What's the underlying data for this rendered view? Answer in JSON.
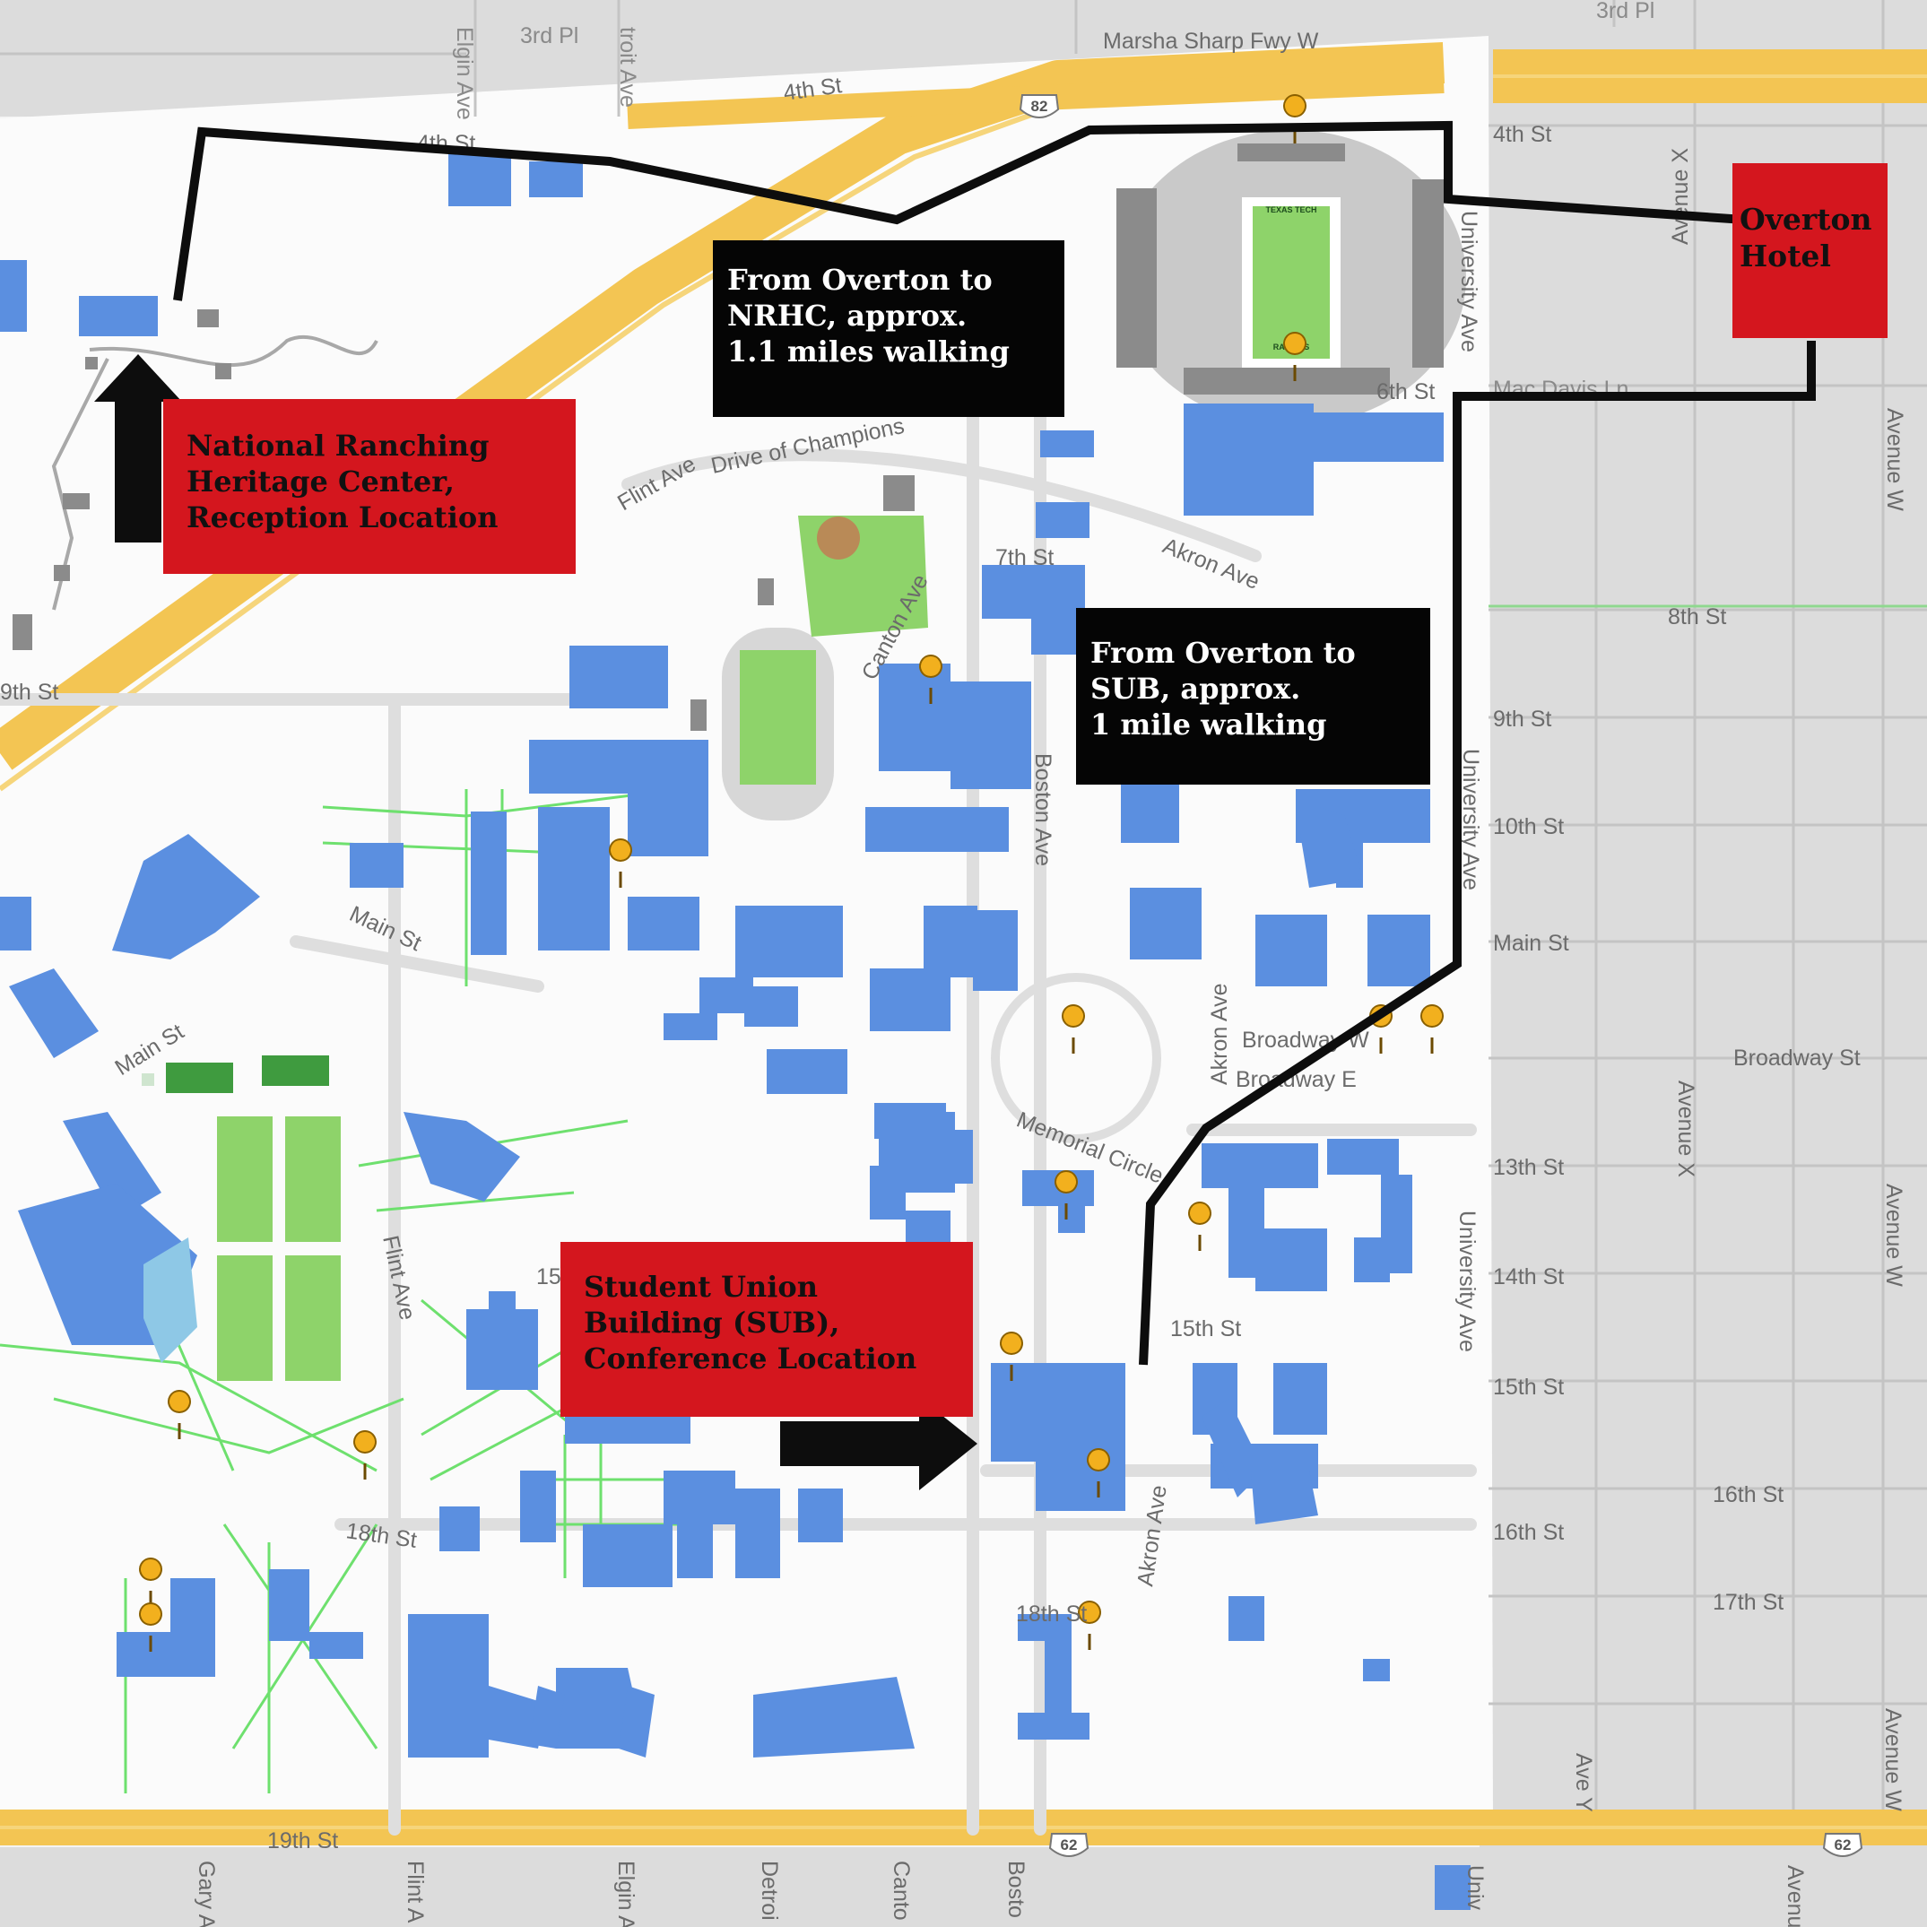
{
  "map": {
    "street_labels": {
      "third_pl_w": "3rd Pl",
      "elgin_top": "Elgin Ave",
      "detroit_top": "troit Ave",
      "marsha_sharp": "Marsha Sharp Fwy W",
      "fourth_st_hwy": "4th St",
      "fourth_st_w": "4th St",
      "fourth_st_e": "4th St",
      "third_pl_e": "3rd Pl",
      "avenue_x_top": "Avenue X",
      "university_ave_n": "University Ave",
      "mac_davis": "Mac Davis Ln",
      "sixth_st": "6th St",
      "avenue_w_top": "Avenue W",
      "flint_ave_n": "Flint Ave",
      "drive_of_champions": "Drive of Champions",
      "seventh_st": "7th St",
      "akron_ave_n": "Akron Ave",
      "canton_ave": "Canton Ave",
      "eighth_st": "8th St",
      "ninth_st_w": "9th St",
      "ninth_st_e": "9th St",
      "university_ave_mid": "University Ave",
      "tenth_st": "10th St",
      "boston_ave": "Boston Ave",
      "main_st_e": "Main St",
      "main_st_mid": "Main St",
      "main_st_w": "Main St",
      "broadway_w": "Broadway W",
      "broadway_e": "Broadway E",
      "broadway_st": "Broadway St",
      "akron_ave_mid": "Akron Ave",
      "avenue_x_mid": "Avenue X",
      "memorial_circle": "Memorial Circle",
      "thirteenth_st": "13th St",
      "avenue_w_mid": "Avenue W",
      "fourteenth_st": "14th St",
      "university_ave_s": "University Ave",
      "fifteenth_st_campus": "15th St",
      "fifteenth_st_e": "15th St",
      "fifteen_fragment": "15",
      "flint_ave_s": "Flint Ave",
      "sixteenth_st_e": "16th St",
      "sixteenth_st_ax": "16th St",
      "eighteenth_st_w": "18th St",
      "akron_ave_s": "Akron Ave",
      "eighteenth_st_mid": "18th St",
      "seventeenth_st": "17th St",
      "ave_y": "Ave Y",
      "avenue_w_s": "Avenue W",
      "nineteenth_st": "19th St",
      "gary_ave": "Gary Av",
      "flint_bottom": "Flint A",
      "elgin_bottom": "Elgin A",
      "detroit_bottom": "Detroi",
      "canton_bottom": "Canto",
      "boston_bottom": "Bosto",
      "univ_bottom": "Univ",
      "avenue_bottom": "Avenu"
    },
    "highway_shields": {
      "us82": "82",
      "us62_mid": "62",
      "us62_east": "62"
    },
    "stadium_labels": {
      "top": "TEXAS TECH",
      "bottom": "RAIDERS"
    },
    "colors": {
      "building": "#5b8fe0",
      "freeway": "#f3c553",
      "walking_route": "#0d0d0d",
      "label_red": "#d4161e",
      "label_black": "#050505",
      "field_green": "#8ed36a",
      "path_green": "#6ee06e"
    }
  },
  "labels": {
    "overton_hotel": [
      "Overton",
      "Hotel"
    ],
    "nrhc": [
      "National Ranching",
      "Heritage Center,",
      "Reception Location"
    ],
    "overton_to_nrhc": [
      "From Overton to",
      "NRHC, approx.",
      "1.1 miles walking"
    ],
    "overton_to_sub": [
      "From Overton to",
      "SUB, approx.",
      "1 mile walking"
    ],
    "sub": [
      "Student Union",
      "Building (SUB),",
      "Conference Location"
    ]
  }
}
